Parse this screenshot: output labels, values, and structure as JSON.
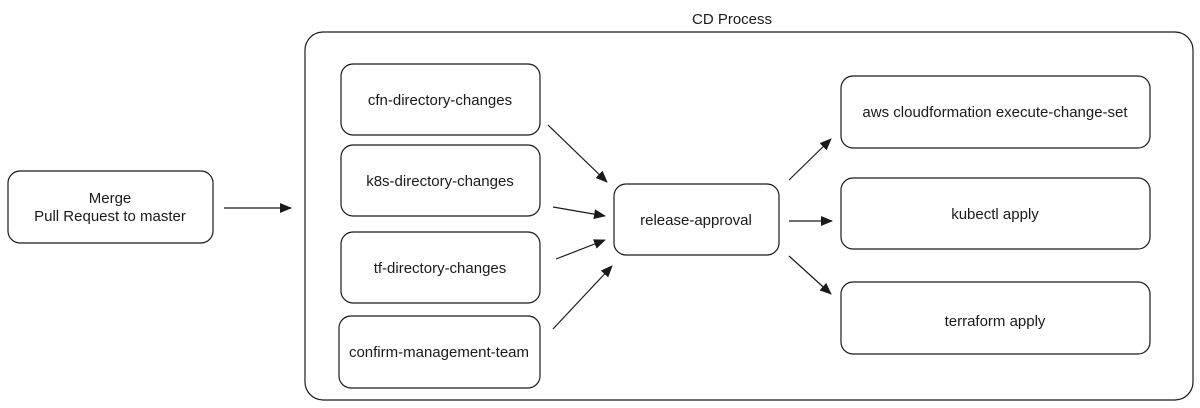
{
  "container": {
    "title": "CD Process"
  },
  "nodes": {
    "merge": {
      "line1": "Merge",
      "line2": "Pull Request to master"
    },
    "cfn": {
      "label": "cfn-directory-changes"
    },
    "k8s": {
      "label": "k8s-directory-changes"
    },
    "tf": {
      "label": "tf-directory-changes"
    },
    "confirm": {
      "label": "confirm-management-team"
    },
    "approval": {
      "label": "release-approval"
    },
    "cloudformation": {
      "label": "aws cloudformation execute-change-set"
    },
    "kubectl": {
      "label": "kubectl apply"
    },
    "terraform": {
      "label": "terraform apply"
    }
  },
  "colors": {
    "stroke": "#1a1a1a",
    "background": "#ffffff"
  }
}
